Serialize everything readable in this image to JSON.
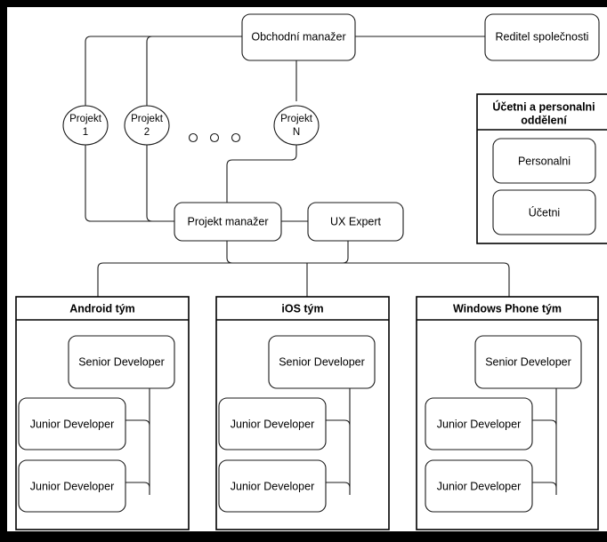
{
  "diagram": {
    "type": "org-chart",
    "language": "cs",
    "background": "#ffffff",
    "frame_color": "#000000",
    "line_color": "#1a1a1a",
    "nodes": {
      "sales_manager": {
        "label": "Obchodní manažer"
      },
      "company_director": {
        "label": "Reditel společnosti"
      },
      "project_1": {
        "line1": "Projekt",
        "line2": "1"
      },
      "project_2": {
        "line1": "Projekt",
        "line2": "2"
      },
      "project_n": {
        "line1": "Projekt",
        "line2": "N"
      },
      "project_manager": {
        "label": "Projekt manažer"
      },
      "ux_expert": {
        "label": "UX Expert"
      }
    },
    "accounting_department": {
      "title_line1": "Účetni a personalni",
      "title_line2": "oddělení",
      "members": [
        {
          "label": "Personalni"
        },
        {
          "label": "Účetni"
        }
      ]
    },
    "teams": [
      {
        "title": "Android tým",
        "senior": "Senior Developer",
        "juniors": [
          "Junior Developer",
          "Junior Developer"
        ]
      },
      {
        "title": "iOS tým",
        "senior": "Senior Developer",
        "juniors": [
          "Junior Developer",
          "Junior Developer"
        ]
      },
      {
        "title": "Windows Phone tým",
        "senior": "Senior Developer",
        "juniors": [
          "Junior Developer",
          "Junior Developer"
        ]
      }
    ],
    "ellipsis": {
      "count": 3,
      "meaning": "more projects"
    }
  }
}
